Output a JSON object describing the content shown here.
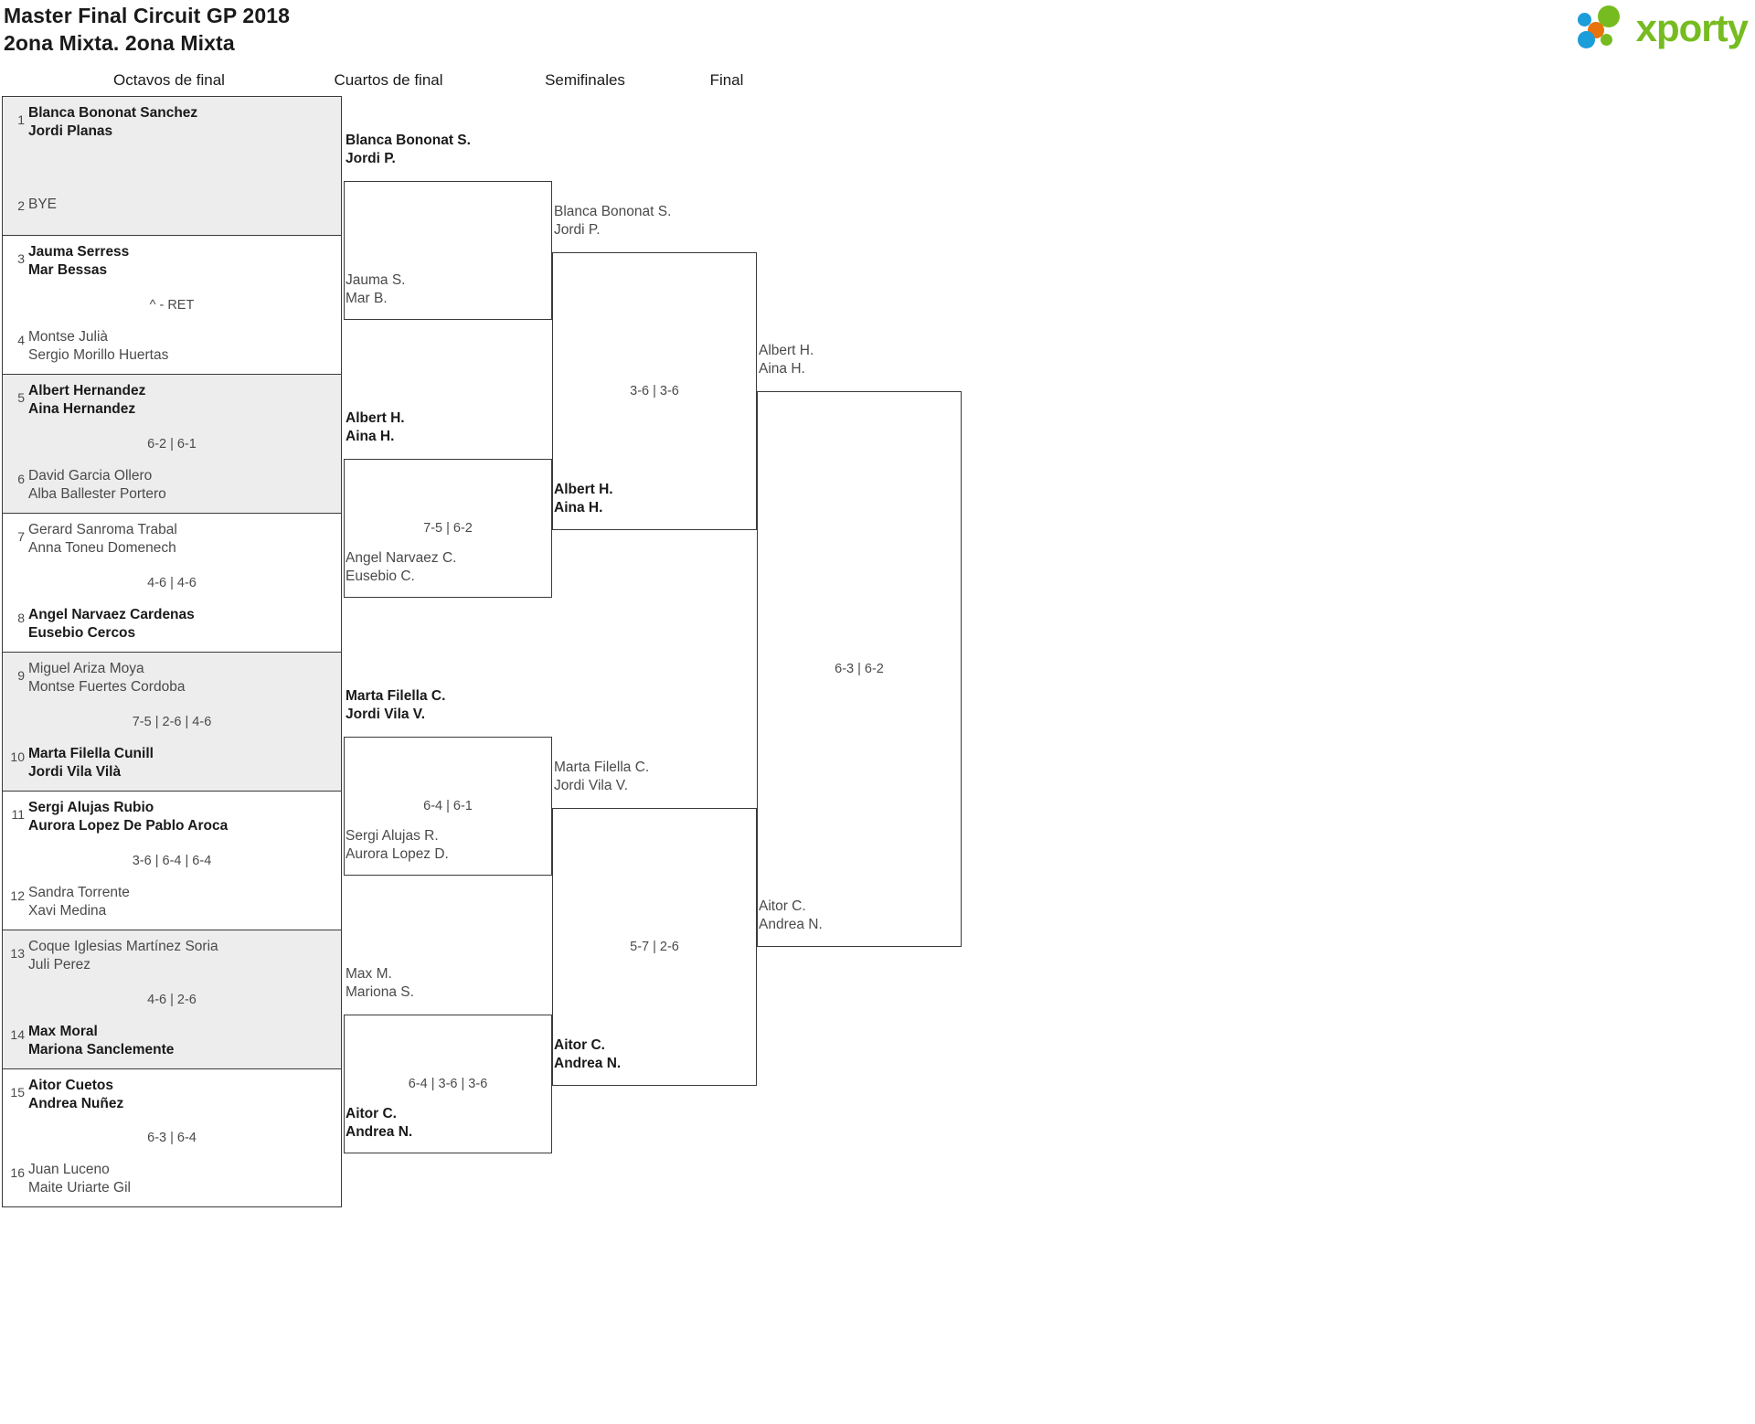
{
  "header": {
    "title_line1": "Master Final Circuit GP 2018",
    "title_line2": "2ona Mixta. 2ona Mixta",
    "logo_text": "xporty",
    "logo_colors": {
      "green": "#76bc21",
      "blue": "#1b9dd9",
      "orange": "#e8720c"
    }
  },
  "rounds": [
    {
      "name": "Octavos de final"
    },
    {
      "name": "Cuartos de final"
    },
    {
      "name": "Semifinales"
    },
    {
      "name": "Final"
    }
  ],
  "colors": {
    "shaded_row": "#ededed",
    "border": "#3a3a3a",
    "winner_text": "#1a1a1a",
    "normal_text": "#4a4a4a"
  },
  "round1": [
    {
      "shaded": true,
      "seed_top": "1",
      "seed_bot": "2",
      "top_l1": "Blanca Bononat Sanchez",
      "top_l2": "Jordi Planas",
      "top_win": true,
      "bye": "BYE",
      "bot_l1": "",
      "bot_l2": "",
      "bot_win": false,
      "score": ""
    },
    {
      "shaded": false,
      "seed_top": "3",
      "seed_bot": "4",
      "top_l1": "Jauma Serress",
      "top_l2": "Mar Bessas",
      "top_win": true,
      "bot_l1": "Montse Julià",
      "bot_l2": "Sergio Morillo Huertas",
      "bot_win": false,
      "score": "^ - RET"
    },
    {
      "shaded": true,
      "seed_top": "5",
      "seed_bot": "6",
      "top_l1": "Albert Hernandez",
      "top_l2": "Aina Hernandez",
      "top_win": true,
      "bot_l1": "David Garcia Ollero",
      "bot_l2": "Alba Ballester Portero",
      "bot_win": false,
      "score": "6-2 | 6-1"
    },
    {
      "shaded": false,
      "seed_top": "7",
      "seed_bot": "8",
      "top_l1": "Gerard Sanroma Trabal",
      "top_l2": "Anna Toneu Domenech",
      "top_win": false,
      "bot_l1": "Angel Narvaez Cardenas",
      "bot_l2": "Eusebio Cercos",
      "bot_win": true,
      "score": "4-6 | 4-6"
    },
    {
      "shaded": true,
      "seed_top": "9",
      "seed_bot": "10",
      "top_l1": "Miguel Ariza Moya",
      "top_l2": "Montse Fuertes Cordoba",
      "top_win": false,
      "bot_l1": "Marta Filella Cunill",
      "bot_l2": "Jordi Vila Vilà",
      "bot_win": true,
      "score": "7-5 | 2-6 | 4-6"
    },
    {
      "shaded": false,
      "seed_top": "11",
      "seed_bot": "12",
      "top_l1": "Sergi Alujas Rubio",
      "top_l2": "Aurora Lopez De Pablo Aroca",
      "top_win": true,
      "bot_l1": "Sandra Torrente",
      "bot_l2": "Xavi Medina",
      "bot_win": false,
      "score": "3-6 | 6-4 | 6-4"
    },
    {
      "shaded": true,
      "seed_top": "13",
      "seed_bot": "14",
      "top_l1": "Coque Iglesias Martínez Soria",
      "top_l2": "Juli Perez",
      "top_win": false,
      "bot_l1": "Max Moral",
      "bot_l2": "Mariona Sanclemente",
      "bot_win": true,
      "score": "4-6 | 2-6"
    },
    {
      "shaded": false,
      "seed_top": "15",
      "seed_bot": "16",
      "top_l1": "Aitor Cuetos",
      "top_l2": "Andrea Nuñez",
      "top_win": true,
      "bot_l1": "Juan Luceno",
      "bot_l2": "Maite Uriarte Gil",
      "bot_win": false,
      "score": "6-3 | 6-4"
    }
  ],
  "round2": [
    {
      "top_l1": "Blanca Bononat S.",
      "top_l2": "Jordi P.",
      "top_win": true,
      "bot_l1": "Jauma S.",
      "bot_l2": "Mar B.",
      "bot_win": false,
      "score": ""
    },
    {
      "top_l1": "Albert H.",
      "top_l2": "Aina H.",
      "top_win": true,
      "bot_l1": "Angel Narvaez C.",
      "bot_l2": "Eusebio C.",
      "bot_win": false,
      "score": "7-5 | 6-2"
    },
    {
      "top_l1": "Marta Filella C.",
      "top_l2": "Jordi Vila V.",
      "top_win": true,
      "bot_l1": "Sergi Alujas R.",
      "bot_l2": "Aurora Lopez D.",
      "bot_win": false,
      "score": "6-4 | 6-1"
    },
    {
      "top_l1": "Max M.",
      "top_l2": "Mariona S.",
      "top_win": false,
      "bot_l1": "Aitor C.",
      "bot_l2": "Andrea N.",
      "bot_win": true,
      "score": "6-4 | 3-6 | 3-6"
    }
  ],
  "round3": [
    {
      "top_l1": "Blanca Bononat S.",
      "top_l2": "Jordi P.",
      "top_win": false,
      "bot_l1": "Albert H.",
      "bot_l2": "Aina H.",
      "bot_win": true,
      "score": "3-6 | 3-6"
    },
    {
      "top_l1": "Marta Filella C.",
      "top_l2": "Jordi Vila V.",
      "top_win": false,
      "bot_l1": "Aitor C.",
      "bot_l2": "Andrea N.",
      "bot_win": true,
      "score": "5-7 | 2-6"
    }
  ],
  "round4": [
    {
      "top_l1": "Albert H.",
      "top_l2": "Aina H.",
      "top_win": false,
      "bot_l1": "Aitor C.",
      "bot_l2": "Andrea N.",
      "bot_win": false,
      "score": "6-3 | 6-2"
    }
  ]
}
